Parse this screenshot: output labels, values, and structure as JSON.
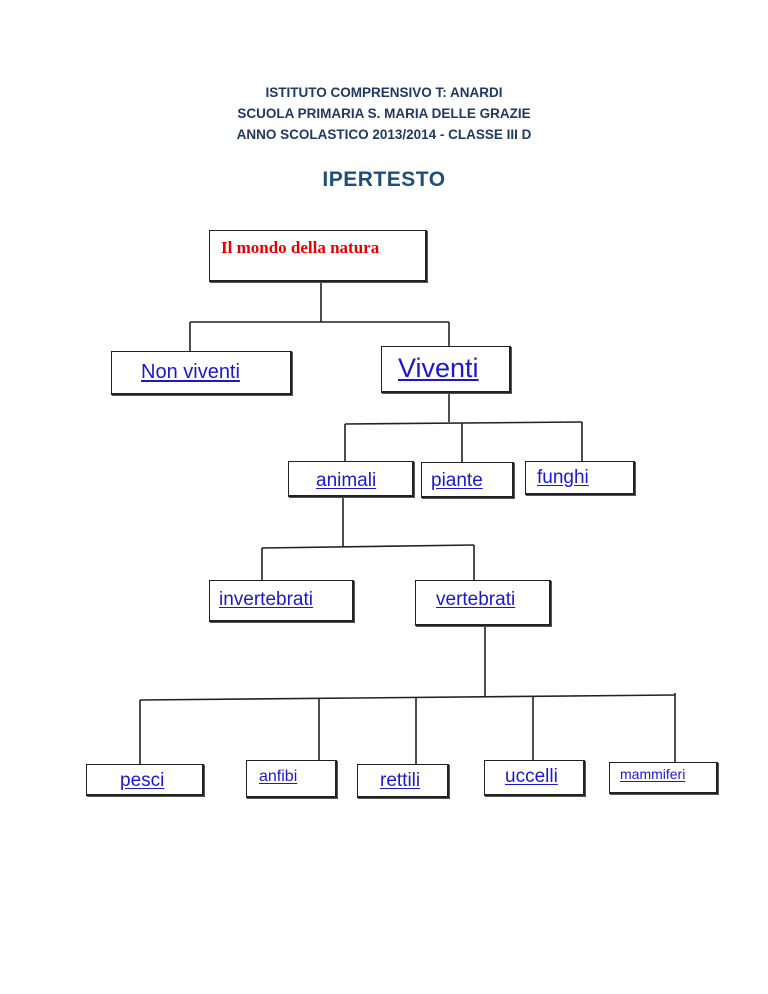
{
  "header": {
    "line1": "ISTITUTO COMPRENSIVO T: ANARDI",
    "line2": "SCUOLA PRIMARIA S. MARIA DELLE GRAZIE",
    "line3": "ANNO SCOLASTICO 2013/2014 - CLASSE III D"
  },
  "title": "IPERTESTO",
  "tree": {
    "root": "Il mondo della natura",
    "non_viventi": "Non viventi",
    "viventi": "Viventi",
    "animali": "animali",
    "piante": "piante",
    "funghi": "funghi",
    "invertebrati": "invertebrati",
    "vertebrati": "vertebrati",
    "pesci": "pesci",
    "anfibi": "anfibi",
    "rettili": "rettili",
    "uccelli": "uccelli",
    "mammiferi": "mammiferi"
  },
  "colors": {
    "header": "#1f3864",
    "title": "#1f4e79",
    "root_text": "#e60000",
    "link": "#1a1acc"
  }
}
